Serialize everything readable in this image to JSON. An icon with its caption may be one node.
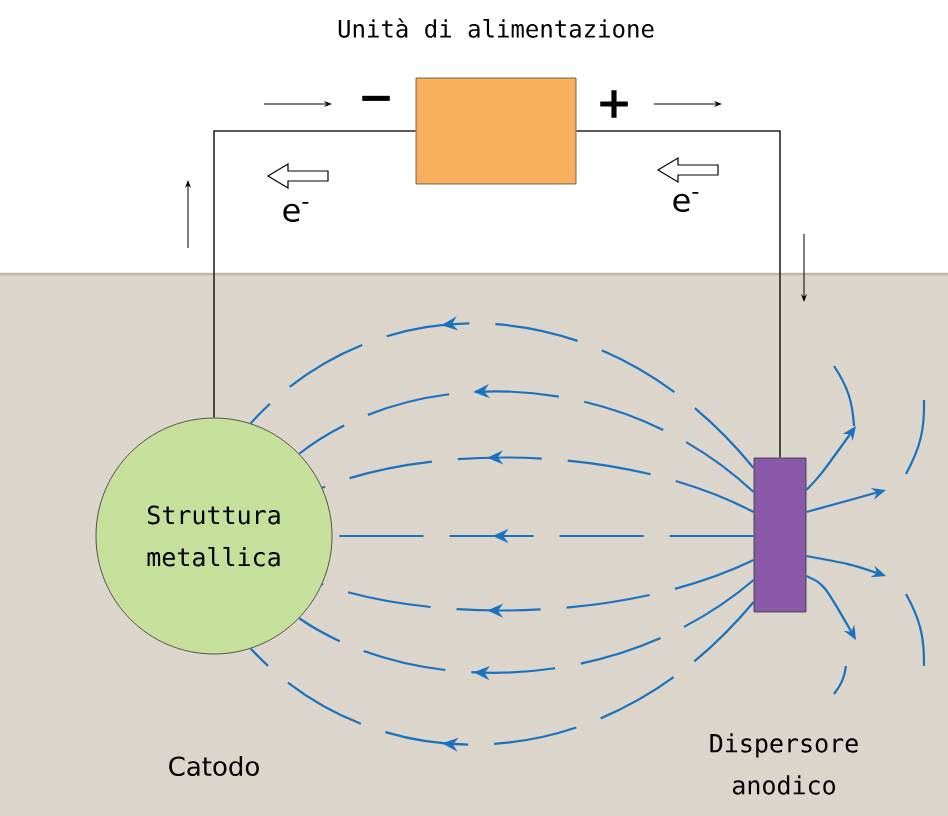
{
  "diagram": {
    "nodes": [
      {
        "text": [
          "Unità di alimentazione"
        ]
      },
      {
        "text": [
          "Struttura metallica"
        ]
      },
      {
        "text": [
          "Dispersore anodico"
        ]
      }
    ],
    "edges": [
      {
        "from": 0,
        "to": 1,
        "arrow": "none",
        "color": "#262626"
      },
      {
        "from": 0,
        "to": 2,
        "arrow": "none",
        "color": "#262626"
      },
      {
        "from": 2,
        "to": 1,
        "arrow": "to",
        "style": "dashed",
        "color": "#1a72bf"
      },
      {
        "from": 2,
        "to": 1,
        "arrow": "to",
        "style": "dashed",
        "color": "#1a72bf"
      },
      {
        "from": 2,
        "to": 1,
        "arrow": "to",
        "style": "dashed",
        "color": "#1a72bf"
      },
      {
        "from": 2,
        "to": 1,
        "arrow": "to",
        "style": "dashed",
        "color": "#1a72bf"
      },
      {
        "from": 2,
        "to": 1,
        "arrow": "to",
        "style": "dashed",
        "color": "#1a72bf"
      },
      {
        "from": 2,
        "to": 1,
        "arrow": "to",
        "style": "dashed",
        "color": "#1a72bf"
      },
      {
        "from": 2,
        "to": 1,
        "arrow": "to",
        "style": "dashed",
        "color": "#1a72bf"
      },
      {
        "from": 2,
        "to": null,
        "arrow": "to",
        "color": "#1a72bf"
      },
      {
        "from": 2,
        "to": null,
        "arrow": "to",
        "color": "#1a72bf"
      },
      {
        "from": 2,
        "to": null,
        "arrow": "to",
        "color": "#1a72bf"
      },
      {
        "from": 2,
        "to": null,
        "arrow": "to",
        "color": "#1a72bf"
      }
    ],
    "labels": [
      "−",
      "+",
      "e$^{-}$",
      "e$^{-}$",
      "Catodo"
    ]
  }
}
